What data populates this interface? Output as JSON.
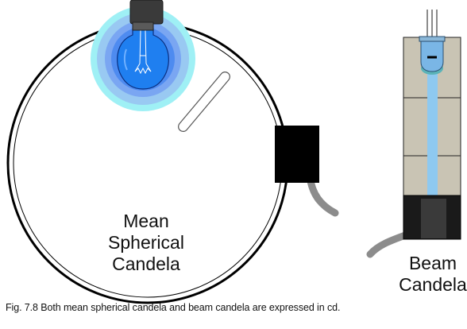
{
  "labels": {
    "sphere_line1": "Mean",
    "sphere_line2": "Spherical",
    "sphere_line3": "Candela",
    "beam_line1": "Beam",
    "beam_line2": "Candela"
  },
  "caption": "Fig. 7.8  Both mean spherical candela and beam candela are expressed in cd.",
  "colors": {
    "sphere_outline": "#000000",
    "bulb_glass": "#1f7ff0",
    "glow_inner": "#7aa6f2",
    "glow_mid": "#99c9f2",
    "glow_outer": "#9ff0f5",
    "tube_block": "#c9c4b4",
    "light_beam": "#8ec9f0",
    "detector": "#000000",
    "cable": "#8c8c8c"
  }
}
